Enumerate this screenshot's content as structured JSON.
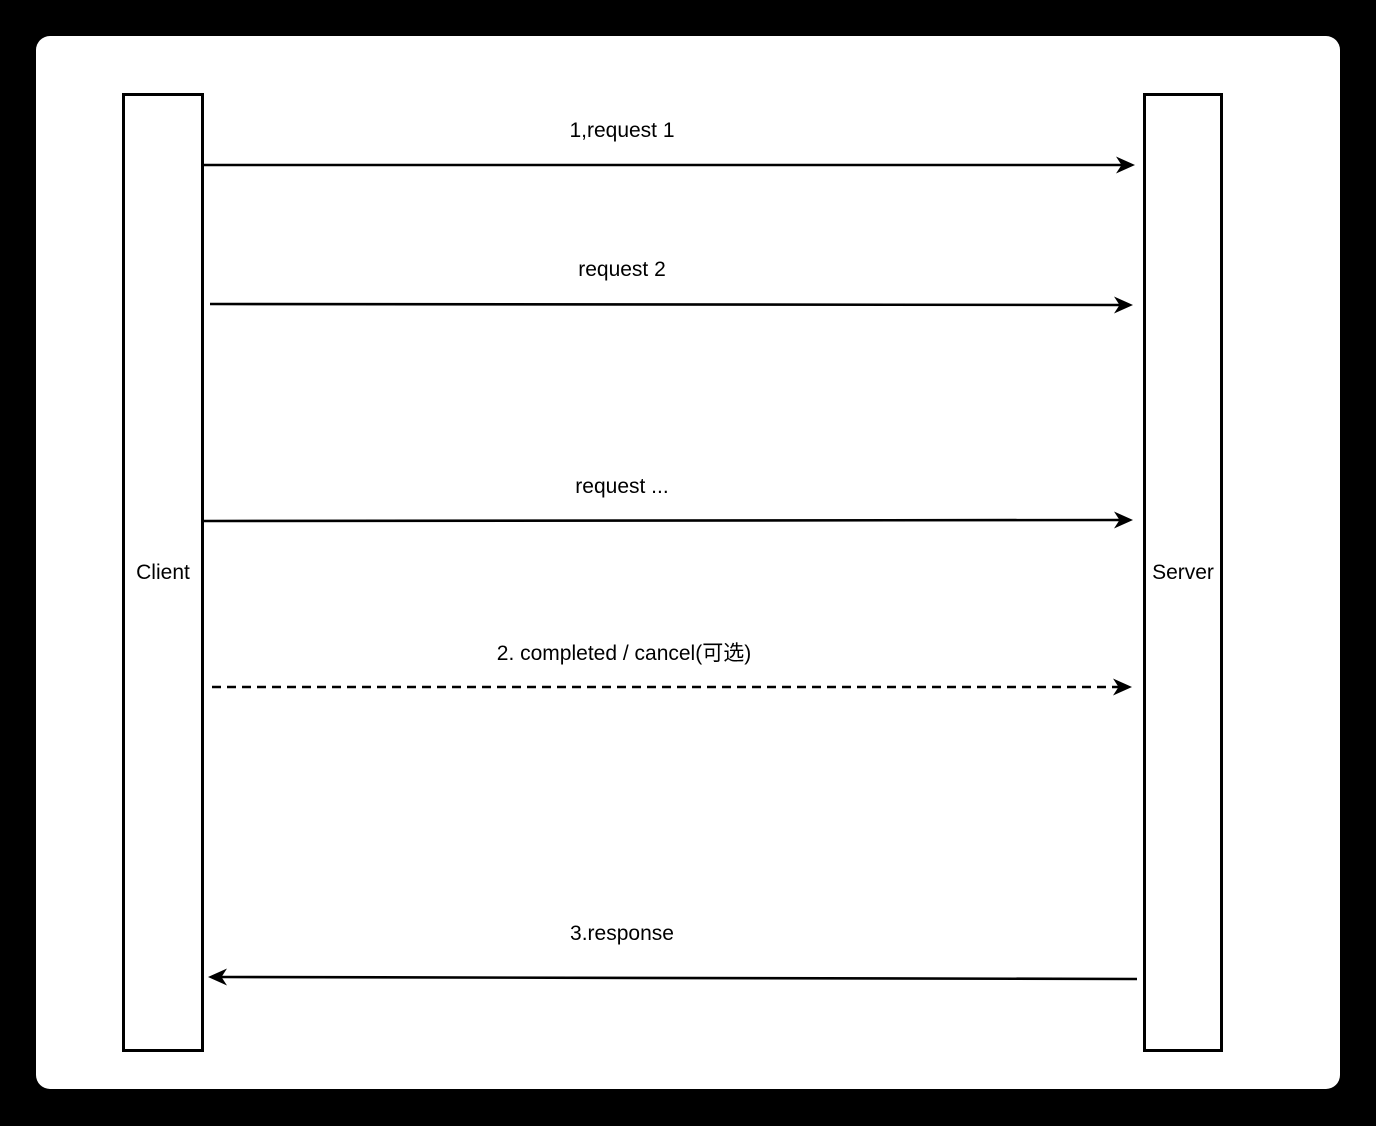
{
  "diagram": {
    "type": "sequence-diagram",
    "actors": [
      {
        "name": "Client",
        "role": "left-lifeline"
      },
      {
        "name": "Server",
        "role": "right-lifeline"
      }
    ],
    "messages": [
      {
        "label": "1,request 1",
        "from": "Client",
        "to": "Server",
        "line": "solid",
        "direction": "right"
      },
      {
        "label": "request 2",
        "from": "Client",
        "to": "Server",
        "line": "solid",
        "direction": "right"
      },
      {
        "label": "request ...",
        "from": "Client",
        "to": "Server",
        "line": "solid",
        "direction": "right"
      },
      {
        "label": "2. completed / cancel(可选)",
        "from": "Client",
        "to": "Server",
        "line": "dashed",
        "direction": "right"
      },
      {
        "label": "3.response",
        "from": "Server",
        "to": "Client",
        "line": "solid",
        "direction": "left"
      }
    ],
    "colors": {
      "surround": "#000000",
      "canvas": "#ffffff",
      "stroke": "#000000",
      "text": "#000000"
    }
  }
}
